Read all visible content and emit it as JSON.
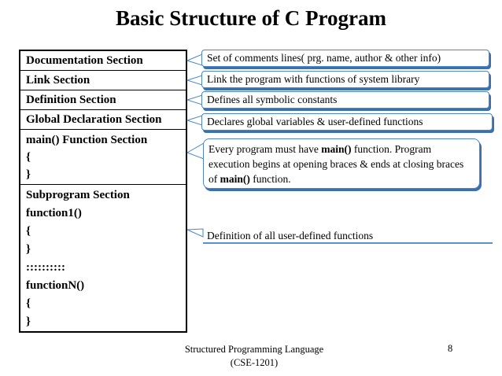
{
  "title": "Basic Structure of C Program",
  "sections": [
    {
      "lines": [
        "Documentation Section"
      ]
    },
    {
      "lines": [
        "Link Section"
      ]
    },
    {
      "lines": [
        "Definition Section"
      ]
    },
    {
      "lines": [
        "Global Declaration Section"
      ]
    },
    {
      "lines": [
        "main() Function Section",
        "{",
        "}"
      ]
    },
    {
      "lines": [
        "Subprogram Section",
        "function1()",
        "{",
        "}",
        "::::::::::",
        "functionN()",
        "{",
        "}"
      ]
    }
  ],
  "callouts": {
    "documentation": "Set of comments lines( prg. name, author & other info)",
    "link": "Link the program with functions of system library",
    "definition": "Defines all symbolic constants",
    "global": "Declares global variables & user-defined functions",
    "main_parts": {
      "line1_pre": "Every program must have ",
      "line1_bold": "main()",
      "line1_post": " function. Program",
      "line2": "execution begins at opening braces & ends at closing braces",
      "line3_pre": "of ",
      "line3_bold": "main()",
      "line3_post": " function."
    },
    "subprogram": "Definition  of all user-defined functions"
  },
  "footer": {
    "course_line1": "Structured Programming Language",
    "course_line2": "(CSE-1201)",
    "page_number": "8"
  },
  "colors": {
    "callout_border": "#4a86c8",
    "callout_shadow": "#3a6fb0"
  }
}
